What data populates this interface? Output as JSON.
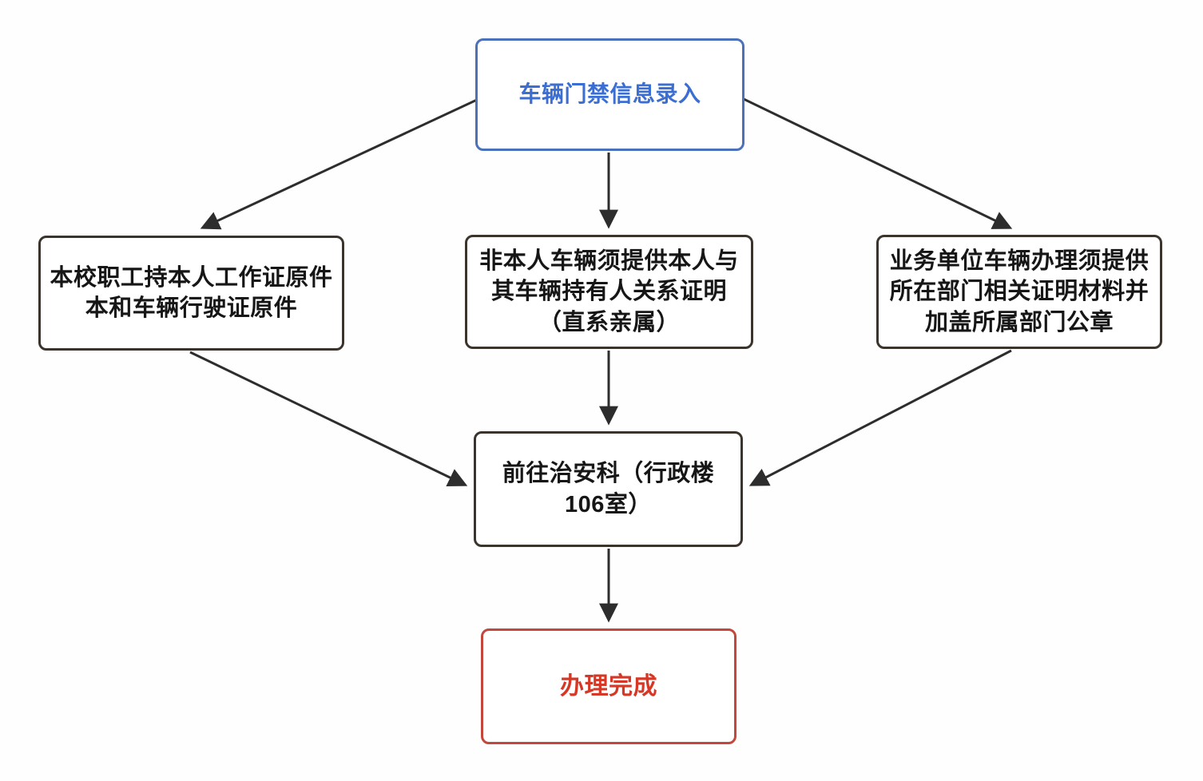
{
  "flowchart": {
    "description": "车辆门禁办理流程图",
    "background_color": "#ffffff",
    "arrow_color": "#2d2d2d",
    "nodes": {
      "start": {
        "label": "车辆门禁信息录入",
        "border_color": "#4a71b9",
        "text_color": "#3a6ed2"
      },
      "staff_owner": {
        "lines": [
          "本校职工持本人工作证原件",
          "本和车辆行驶证原件"
        ],
        "border_color": "#3a342c",
        "text_color": "#161616"
      },
      "non_owner": {
        "lines": [
          "非本人车辆须提供本人与",
          "其车辆持有人关系证明",
          "（直系亲属）"
        ],
        "border_color": "#3a342c",
        "text_color": "#161616"
      },
      "business_unit": {
        "lines": [
          "业务单位车辆办理须提供",
          "所在部门相关证明材料并",
          "加盖所属部门公章"
        ],
        "border_color": "#3a342c",
        "text_color": "#161616"
      },
      "security_office": {
        "lines": [
          "前往治安科（行政楼",
          "106室）"
        ],
        "border_color": "#3a342c",
        "text_color": "#161616"
      },
      "done": {
        "label": "办理完成",
        "border_color": "#c3473c",
        "text_color": "#d53826"
      }
    },
    "edges": [
      {
        "from": "start",
        "to": "staff_owner"
      },
      {
        "from": "start",
        "to": "non_owner"
      },
      {
        "from": "start",
        "to": "business_unit"
      },
      {
        "from": "staff_owner",
        "to": "security_office"
      },
      {
        "from": "non_owner",
        "to": "security_office"
      },
      {
        "from": "business_unit",
        "to": "security_office"
      },
      {
        "from": "security_office",
        "to": "done"
      }
    ]
  }
}
